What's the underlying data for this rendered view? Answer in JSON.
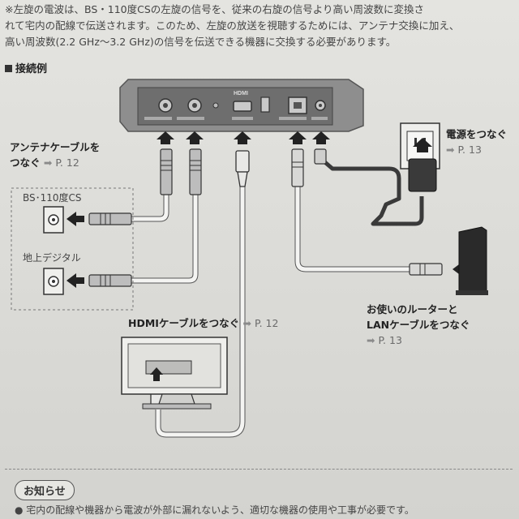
{
  "note": {
    "line1": "※左旋の電波は、BS・110度CSの左旋の信号を、従来の右旋の信号より高い周波数に変換さ",
    "line2": "れて宅内の配線で伝送されます。このため、左旋の放送を視聴するためには、アンテナ交換に加え、",
    "line3": "高い周波数(2.2 GHz〜3.2 GHz)の信号を伝送できる機器に交換する必要があります。"
  },
  "section_title": "接続例",
  "labels": {
    "antenna_cable": {
      "line1": "アンテナケーブルを",
      "line2": "つなぐ",
      "ref": "P. 12"
    },
    "bs_cs": "BS･110度CS",
    "terrestrial": "地上デジタル",
    "power": {
      "line1": "電源をつなぐ",
      "ref": "P. 13"
    },
    "hdmi": {
      "text": "HDMIケーブルをつなぐ",
      "ref": "P. 12"
    },
    "lan": {
      "line1": "お使いのルーターと",
      "line2": "LANケーブルをつなぐ",
      "ref": "P. 13"
    },
    "hdmi_logo": "HDMI"
  },
  "notice": {
    "title": "お知らせ",
    "text": "● 宅内の配線や機器から電波が外部に漏れないよう、適切な機器の使用や工事が必要です。"
  },
  "icons": [
    "arrow-right-icon",
    "arrow-up-icon",
    "arrow-left-icon",
    "square-bullet-icon"
  ]
}
